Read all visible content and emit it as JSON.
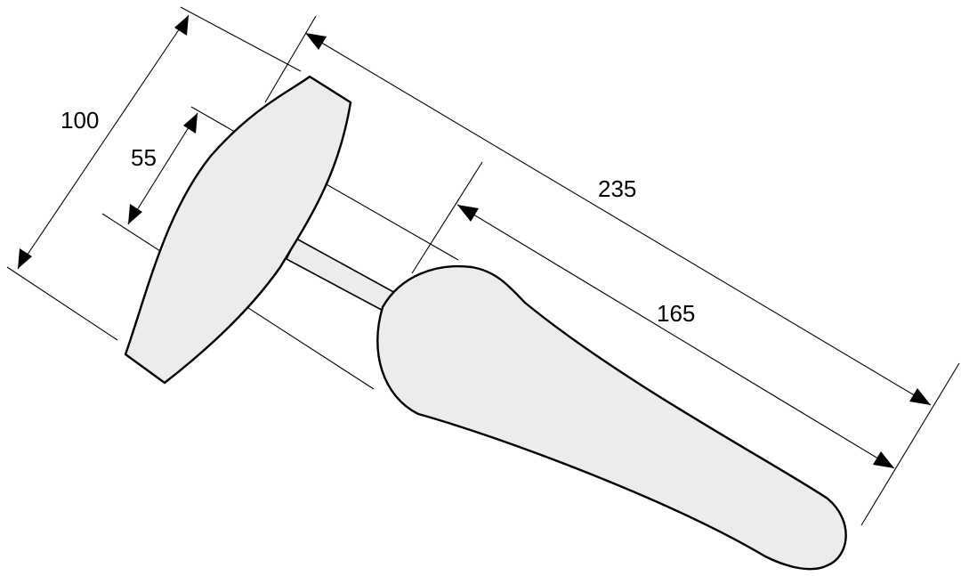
{
  "dimensions": {
    "overall_height": "100",
    "neck_height": "55",
    "total_length": "235",
    "body_length": "165"
  },
  "colors": {
    "fill": "#ececec",
    "stroke": "#000000",
    "background": "#ffffff"
  }
}
